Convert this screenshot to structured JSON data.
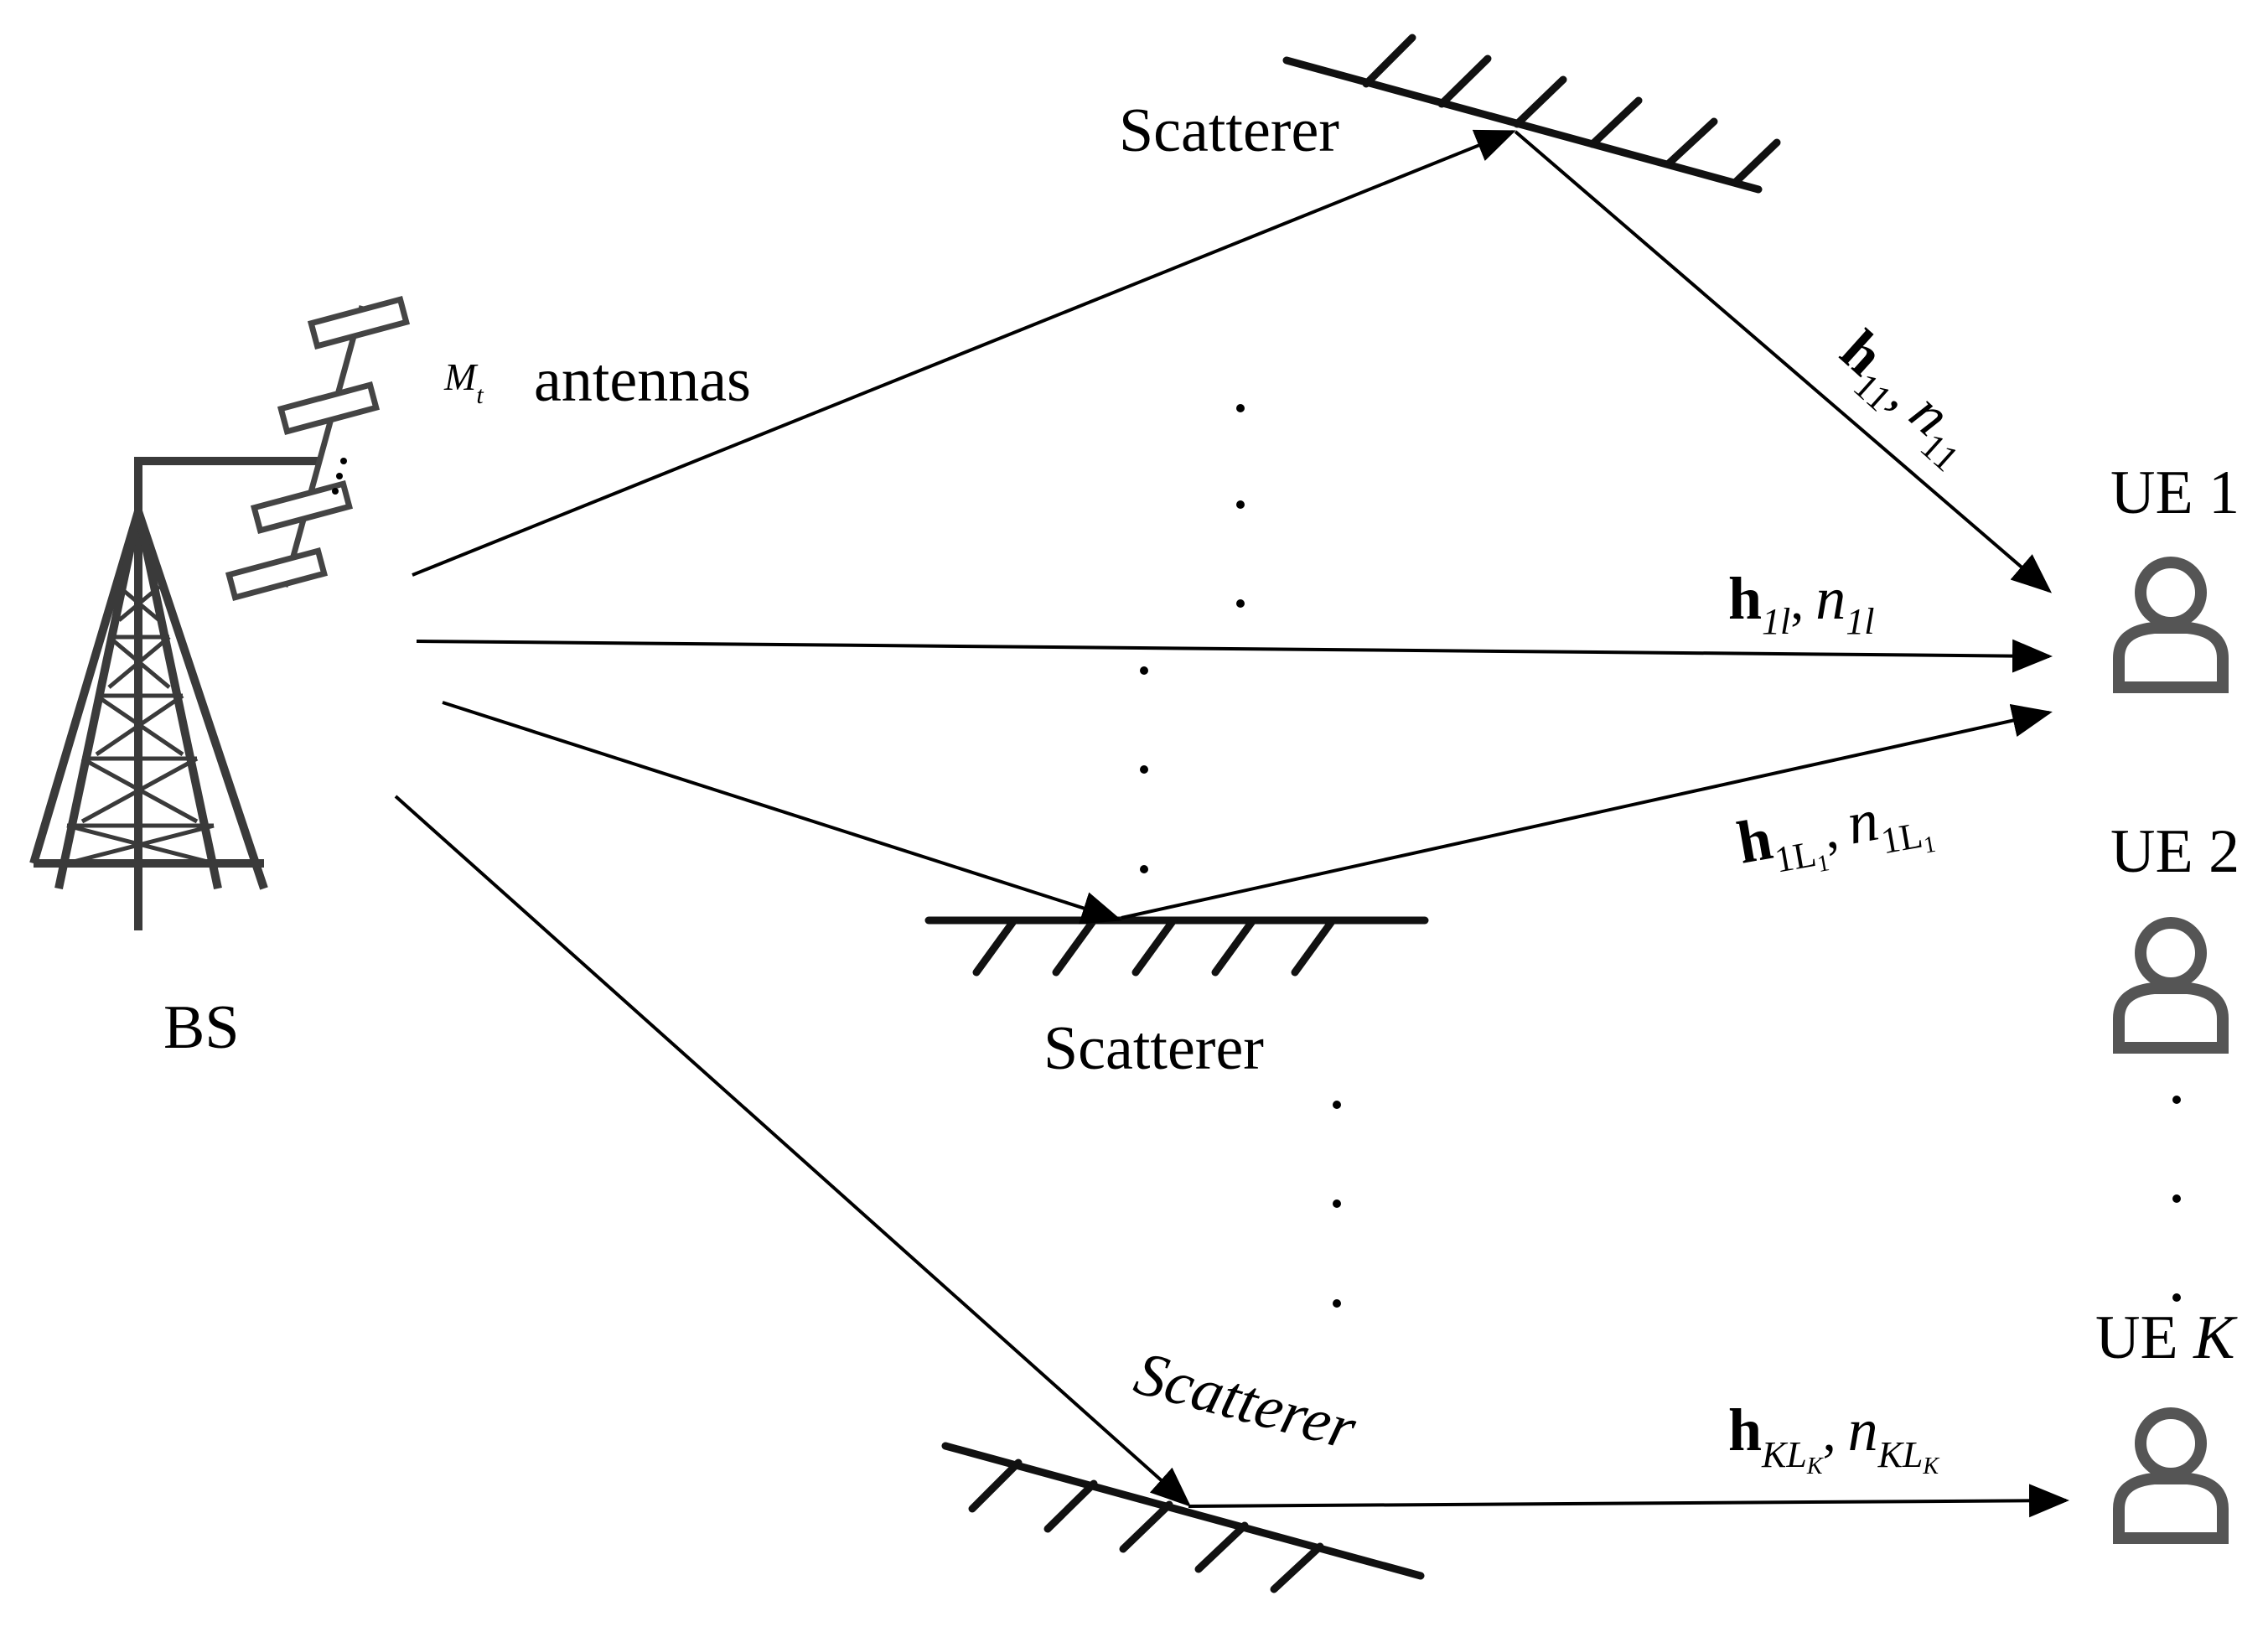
{
  "labels": {
    "bs": "BS",
    "antennas": "antennas",
    "antennas_var": "M",
    "antennas_sub": "t",
    "scatterer_top": "Scatterer",
    "scatterer_mid": "Scatterer",
    "scatterer_bottom": "Scatterer",
    "ue1": "UE 1",
    "ue2": "UE 2",
    "ueK_prefix": "UE ",
    "ueK_var": "K"
  },
  "channels": {
    "path_11": {
      "h": "h",
      "h_sub": "11",
      "sep": ",",
      "n": "n",
      "n_sub": "11"
    },
    "path_1l": {
      "h": "h",
      "h_sub": "1l",
      "sep": ",",
      "n": "n",
      "n_sub": "1l"
    },
    "path_1L1": {
      "h": "h",
      "h_sub": "1L",
      "h_sub2": "1",
      "sep": ",",
      "n": "n",
      "n_sub": "1L",
      "n_sub2": "1"
    },
    "path_KLK": {
      "h": "h",
      "h_sub": "KL",
      "h_sub2": "K",
      "sep": ",",
      "n": "n",
      "n_sub": "KL",
      "n_sub2": "K"
    }
  },
  "icons": [
    "cell-tower-icon",
    "antenna-array-icon",
    "user-icon",
    "scatterer-surface-icon"
  ],
  "colors": {
    "ink": "#000000",
    "tower": "#3a3a3a",
    "user": "#555555"
  }
}
